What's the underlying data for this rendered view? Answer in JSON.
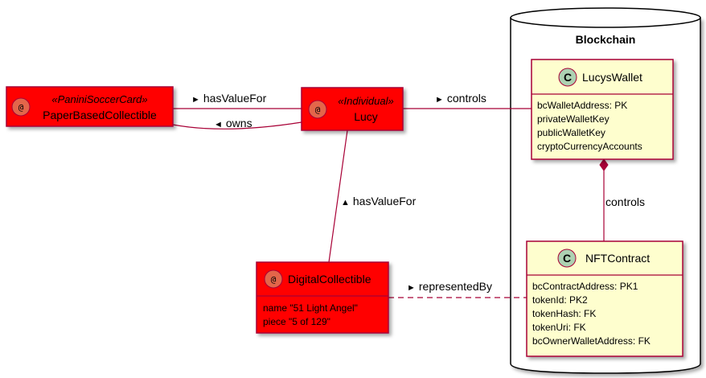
{
  "colors": {
    "object_fill": "#FF0000",
    "object_border": "#A80036",
    "object_icon_fill": "#E3664A",
    "class_fill": "#FEFECE",
    "class_border": "#A80036",
    "class_icon_fill": "#ADD1B2",
    "edge": "#A80036",
    "package_border": "#000000"
  },
  "package": {
    "name": "Blockchain",
    "shape": "database"
  },
  "objects": [
    {
      "id": "paper",
      "icon": "@",
      "stereotype": "«PaniniSoccerCard»",
      "name": "PaperBasedCollectible",
      "fields": []
    },
    {
      "id": "lucy",
      "icon": "@",
      "stereotype": "«Individual»",
      "name": "Lucy",
      "fields": []
    },
    {
      "id": "digital",
      "icon": "@",
      "stereotype": "",
      "name": "DigitalCollectible",
      "fields": [
        "name \"51 Light Angel\"",
        "piece \"5 of 129\""
      ]
    }
  ],
  "classes": [
    {
      "id": "wallet",
      "icon": "C",
      "name": "LucysWallet",
      "fields": [
        "bcWalletAddress: PK",
        "privateWalletKey",
        "publicWalletKey",
        "cryptoCurrencyAccounts"
      ]
    },
    {
      "id": "nft",
      "icon": "C",
      "name": "NFTContract",
      "fields": [
        "bcContractAddress: PK1",
        "tokenId: PK2",
        "tokenHash: FK",
        "tokenUri: FK",
        "bcOwnerWalletAddress: FK"
      ]
    }
  ],
  "edges": [
    {
      "from": "paper",
      "to": "lucy",
      "label": "hasValueFor",
      "arrow": "►",
      "style": "solid"
    },
    {
      "from": "lucy",
      "to": "paper",
      "label": "owns",
      "arrow": "◄",
      "style": "solid"
    },
    {
      "from": "lucy",
      "to": "wallet",
      "label": "controls",
      "arrow": "►",
      "style": "solid"
    },
    {
      "from": "digital",
      "to": "lucy",
      "label": "hasValueFor",
      "arrow": "▲",
      "style": "solid"
    },
    {
      "from": "digital",
      "to": "nft",
      "label": "representedBy",
      "arrow": "►",
      "style": "dashed"
    },
    {
      "from": "wallet",
      "to": "nft",
      "label": "controls",
      "arrow": "",
      "style": "composition"
    }
  ]
}
